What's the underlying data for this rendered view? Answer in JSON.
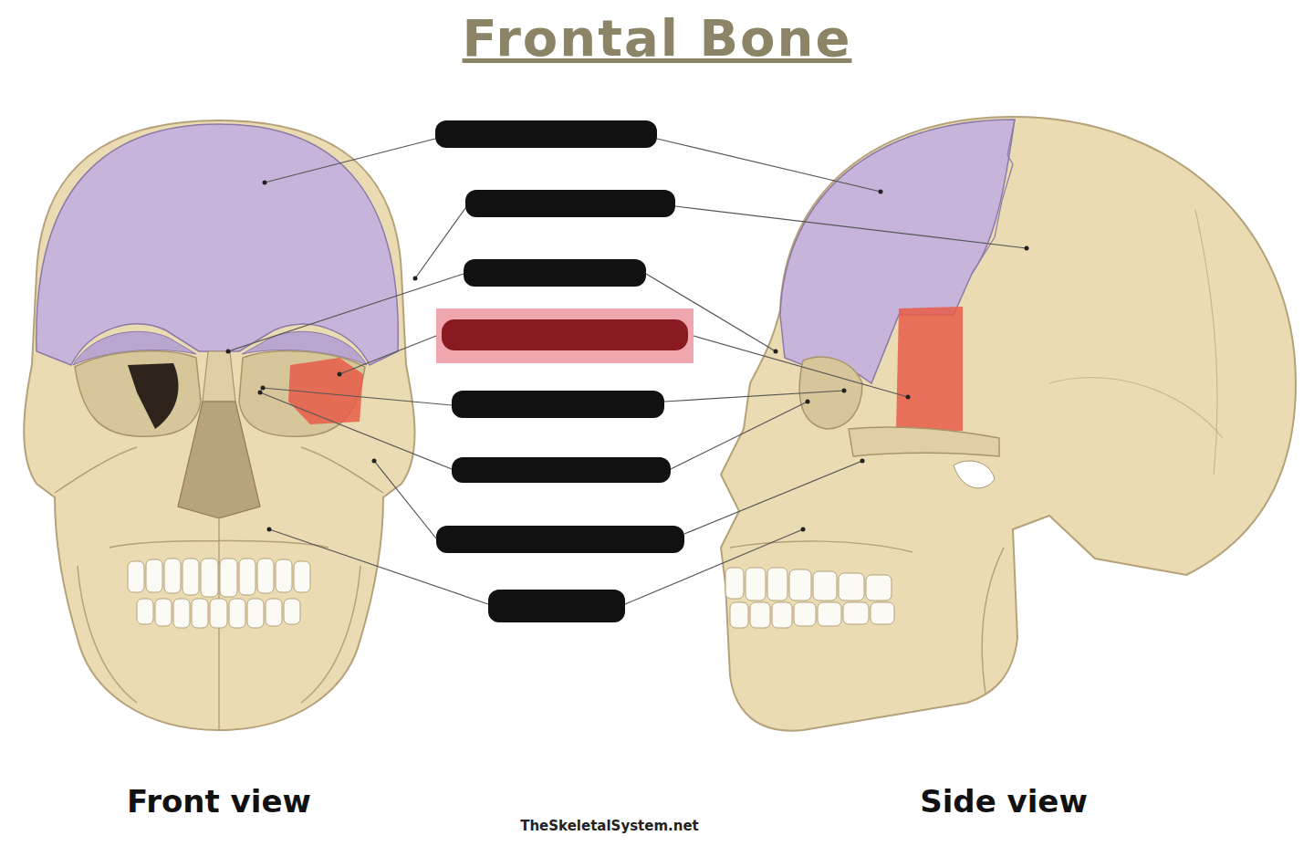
{
  "diagram": {
    "title": "Frontal Bone",
    "labels": [
      "Front view",
      "Side view",
      "TheSkeletalSystem.net"
    ]
  }
}
